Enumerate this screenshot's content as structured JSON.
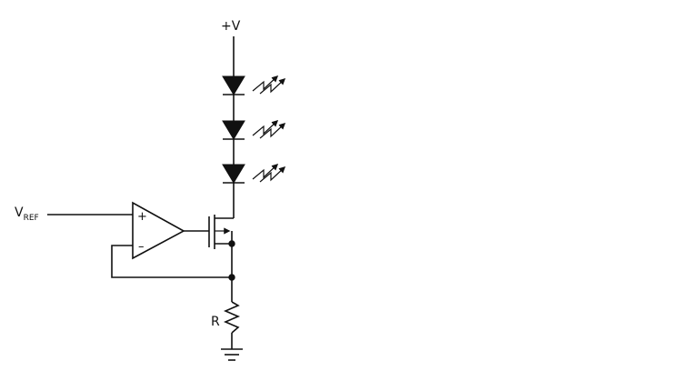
{
  "labels": {
    "supply": "+V",
    "vref_main": "V",
    "vref_sub": "REF",
    "opamp_plus": "+",
    "opamp_minus": "–",
    "resistor": "R"
  },
  "components": {
    "led_count": 3,
    "icons": [
      "led-icon",
      "light-emission-icon",
      "op-amp-icon",
      "mosfet-icon",
      "resistor-icon",
      "ground-icon"
    ]
  }
}
